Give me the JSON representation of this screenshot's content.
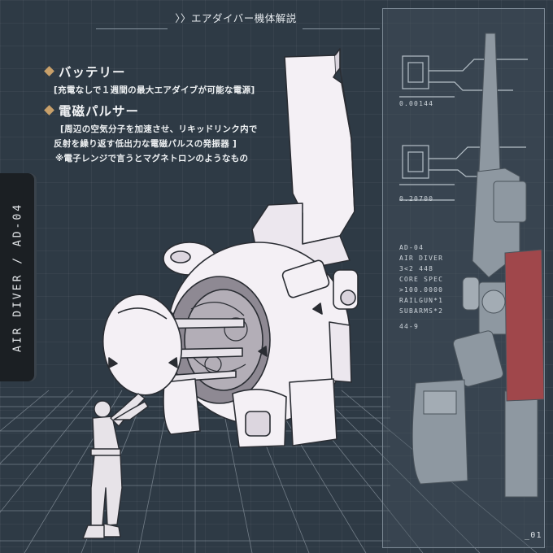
{
  "header": {
    "title": "〉〉エアダイバー機体解説"
  },
  "side_tab": {
    "label": "AIR DIVER / AD-04"
  },
  "sections": [
    {
      "heading": "バッテリー",
      "lines": [
        "[充電なしで１週間の最大エアダイブが可能な電源]"
      ]
    },
    {
      "heading": "電磁パルサー",
      "lines": [
        "[周辺の空気分子を加速させ、リキッドリンク内で",
        "反射を繰り返す低出力な電磁パルスの発振器 ]",
        "※電子レンジで言うとマグネトロンのようなもの"
      ]
    }
  ],
  "panel": {
    "readout_1": "0.00144",
    "readout_2": "0.20700",
    "spec_lines": [
      "AD-04",
      "AIR DIVER",
      "3<2    448",
      "CORE SPEC",
      ">100.0000",
      "RAILGUN*1",
      "SUBARMS*2",
      "",
      "44-9"
    ],
    "page_number": "_01"
  },
  "colors": {
    "background": "#2e3a45",
    "accent": "#c8a06a",
    "side_tab": "#1b1f23",
    "red_part": "#a0474b"
  },
  "icons": [
    "diamond-icon"
  ]
}
